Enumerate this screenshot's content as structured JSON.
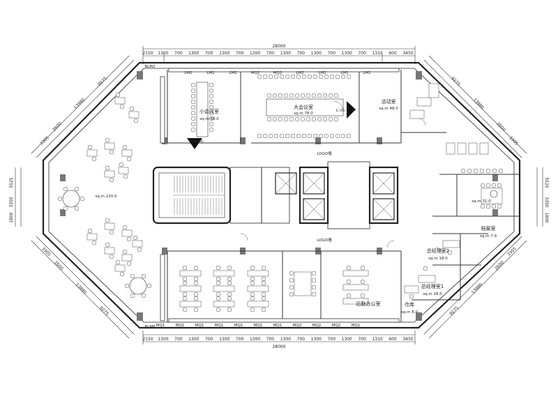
{
  "dimensions": {
    "overall_width": "28000",
    "top_segments": [
      "2150",
      "1300",
      "700",
      "1300",
      "700",
      "1300",
      "700",
      "1300",
      "700",
      "1300",
      "700",
      "1300",
      "700",
      "1300",
      "700",
      "1310",
      "600",
      "3450"
    ],
    "bottom_segments": [
      "2150",
      "1300",
      "700",
      "1300",
      "700",
      "1300",
      "700",
      "1300",
      "700",
      "1300",
      "700",
      "1300",
      "700",
      "1300",
      "700",
      "1310",
      "600",
      "3450"
    ],
    "left_upper": [
      "13980",
      "9275",
      "2600",
      "3305"
    ],
    "left_lower": [
      "13980",
      "9275",
      "2600",
      "3305"
    ],
    "left_side": [
      "5525",
      "3350",
      "1800"
    ],
    "right_upper": [
      "13980",
      "9275",
      "2600",
      "3305"
    ],
    "right_lower": [
      "13980",
      "9275",
      "2600",
      "3305"
    ],
    "right_side": [
      "5525",
      "3350",
      "1800"
    ]
  },
  "labels": {
    "small_meeting": "小会议室",
    "small_meeting_area": "sq.m 68.0",
    "large_meeting": "大会议室",
    "large_meeting_area": "sq.m 78.0",
    "activity": "活动室",
    "activity_area": "sq.m 48.0",
    "open_office_area": "sq.m 220.0",
    "logo_wall_top": "LOGO墙",
    "logo_wall_bottom": "LOGO墙",
    "mid_room_area": "sq.m 31.0",
    "archive": "档案室",
    "archive_area": "sq.m 7.9",
    "gm2": "总经理室2",
    "gm2_area": "sq.m 18.0",
    "gm1": "总经理室1",
    "gm1_area": "sq.m 18.0",
    "storage": "仓库",
    "storage_area": "sq.m 6.0",
    "back_office": "后勤办公室",
    "tag_lm": "LM-05",
    "tag_c": "C-05",
    "blm": "BLM2",
    "blm_b": "BLM8",
    "wall_top": [
      "LM1",
      "LM1",
      "LM2",
      "MQ2",
      "MQ2",
      "LM2",
      "LM2",
      "LM1",
      "LM1"
    ],
    "wall_bottom": [
      "MQ1",
      "MQ1",
      "MQ1",
      "MQ1",
      "MQ1",
      "MQ1",
      "MQ1",
      "MQ2",
      "MQ2",
      "MQ2",
      "MQ1"
    ]
  }
}
